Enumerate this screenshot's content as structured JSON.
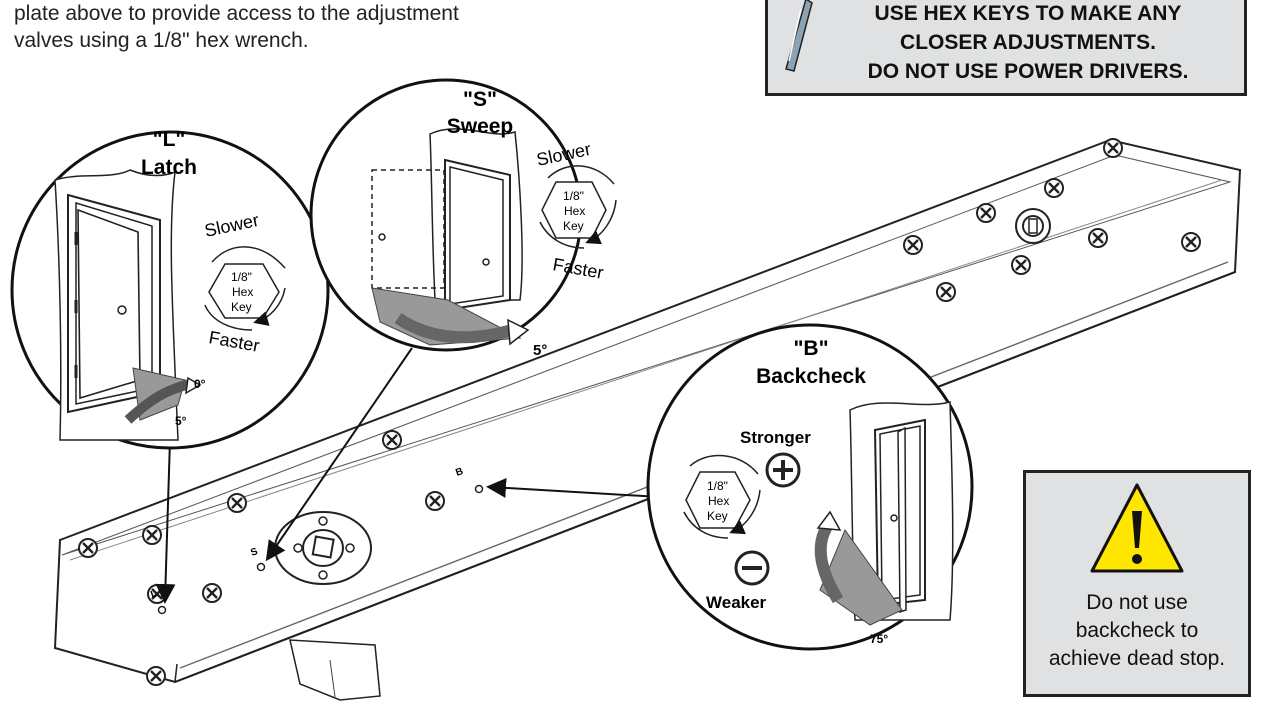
{
  "intro": {
    "line1": "plate above to provide access to the adjustment",
    "line2": "valves using a 1/8\" hex wrench."
  },
  "caution": {
    "line1": "USE HEX KEYS TO MAKE ANY",
    "line2": "CLOSER ADJUSTMENTS.",
    "line3": "DO NOT USE POWER DRIVERS."
  },
  "latch": {
    "code": "\"L\"",
    "title": "Latch",
    "slower": "Slower",
    "faster": "Faster",
    "key1": "1/8\"",
    "key2": "Hex",
    "key3": "Key",
    "angle_a": "0°",
    "angle_b": "5°"
  },
  "sweep": {
    "code": "\"S\"",
    "title": "Sweep",
    "slower": "Slower",
    "faster": "Faster",
    "key1": "1/8\"",
    "key2": "Hex",
    "key3": "Key",
    "angle": "5°"
  },
  "backcheck": {
    "code": "\"B\"",
    "title": "Backcheck",
    "stronger": "Stronger",
    "weaker": "Weaker",
    "key1": "1/8\"",
    "key2": "Hex",
    "key3": "Key",
    "angle": "75°"
  },
  "plate": {
    "label_l": "L",
    "label_s": "S",
    "label_b": "B"
  },
  "warning": {
    "line1": "Do not use",
    "line2": "backcheck to",
    "line3": "achieve dead stop."
  }
}
